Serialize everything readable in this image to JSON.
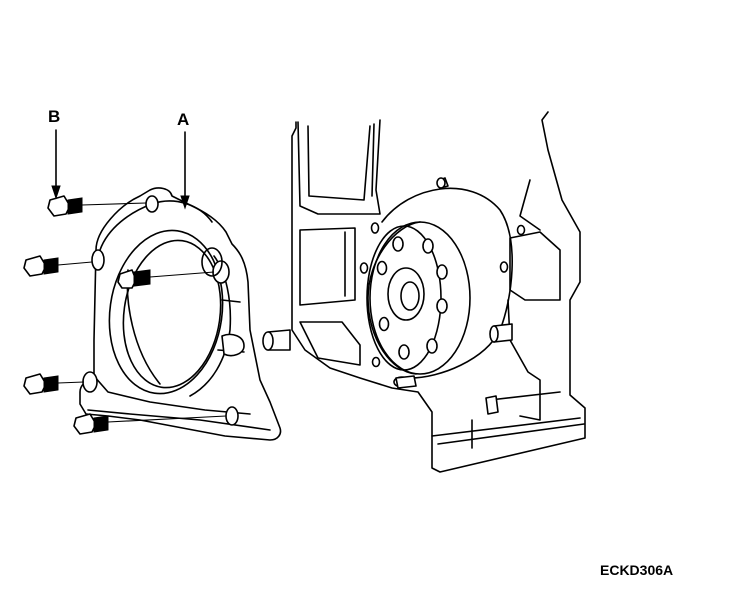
{
  "labels": {
    "a": "A",
    "b": "B"
  },
  "figure_code": "ECKD306A",
  "colors": {
    "line": "#000000",
    "background": "#ffffff"
  }
}
